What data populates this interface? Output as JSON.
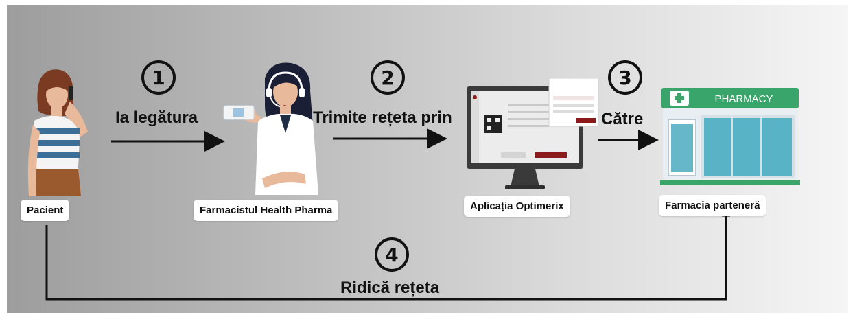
{
  "steps": [
    {
      "number": "1",
      "text": "Ia legătura"
    },
    {
      "number": "2",
      "text": "Trimite rețeta prin"
    },
    {
      "number": "3",
      "text": "Către"
    },
    {
      "number": "4",
      "text": "Ridică rețeta"
    }
  ],
  "actors": {
    "patient": "Pacient",
    "pharmacist": "Farmacistul Health Pharma",
    "app": "Aplicația Optimerix",
    "pharmacy": "Farmacia parteneră"
  },
  "pharmacy_sign": "PHARMACY",
  "icons": {
    "patient": "woman-on-phone-icon",
    "pharmacist": "pharmacist-headset-icon",
    "app": "computer-monitor-icon",
    "pharmacy": "pharmacy-store-icon"
  },
  "colors": {
    "pharmacy_green": "#3aa56a",
    "accent_red": "#8b1a1a",
    "coat": "#ffffff",
    "shirt_stripe": "#3c6f98"
  }
}
